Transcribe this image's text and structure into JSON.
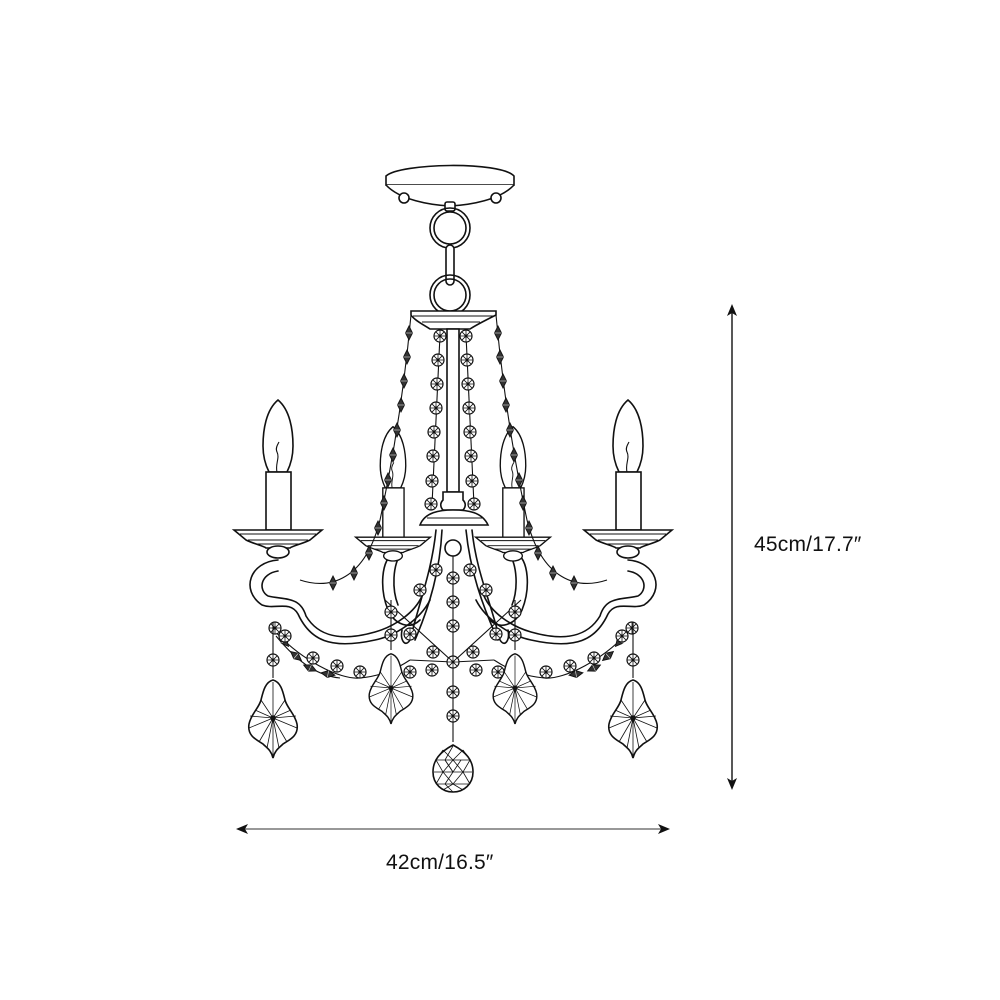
{
  "diagram": {
    "subject": "4-arm candle chandelier with crystal garlands",
    "style": "black line drawing on white background",
    "colors": {
      "line": "#111111",
      "background": "#ffffff"
    }
  },
  "dimensions": {
    "height": {
      "label": "45cm/17.7″",
      "value_cm": 45,
      "value_in": 17.7,
      "arrow": "vertical"
    },
    "width": {
      "label": "42cm/16.5″",
      "value_cm": 42,
      "value_in": 16.5,
      "arrow": "horizontal"
    }
  },
  "parts": {
    "canopy": "ceiling canopy",
    "chain": "two-ring chain",
    "arms": 4,
    "candle_bulbs": 4,
    "crystal_drops": 4,
    "crystal_ball": 1
  }
}
